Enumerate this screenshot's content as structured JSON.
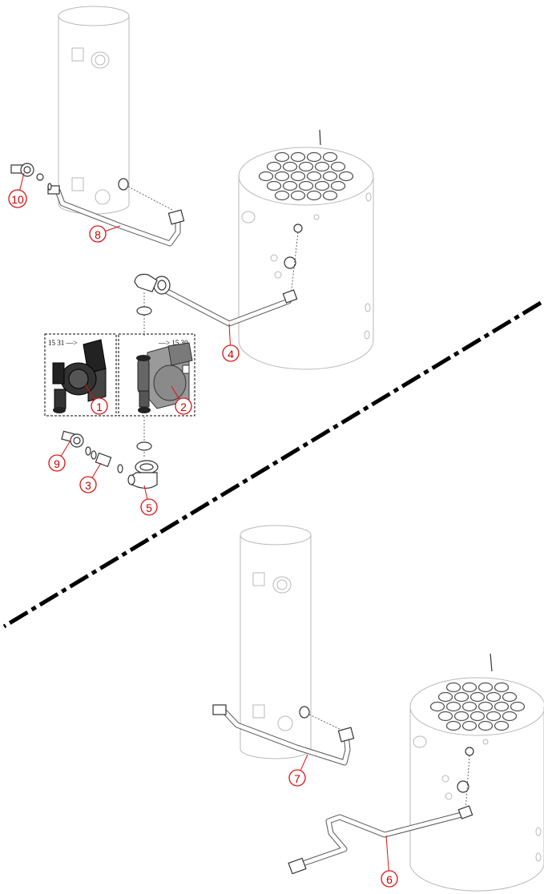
{
  "callouts": [
    {
      "id": "1",
      "label": "1"
    },
    {
      "id": "2",
      "label": "2"
    },
    {
      "id": "3",
      "label": "3"
    },
    {
      "id": "4",
      "label": "4"
    },
    {
      "id": "5",
      "label": "5"
    },
    {
      "id": "6",
      "label": "6"
    },
    {
      "id": "7",
      "label": "7"
    },
    {
      "id": "8",
      "label": "8"
    },
    {
      "id": "9",
      "label": "9"
    },
    {
      "id": "10",
      "label": "10"
    }
  ],
  "pump_boxes": {
    "left_label": "15 31 —>",
    "right_label": "—> 15 30"
  },
  "colors": {
    "callout": "#dd1111",
    "line": "#333333",
    "faded": "#b9b9b9"
  }
}
